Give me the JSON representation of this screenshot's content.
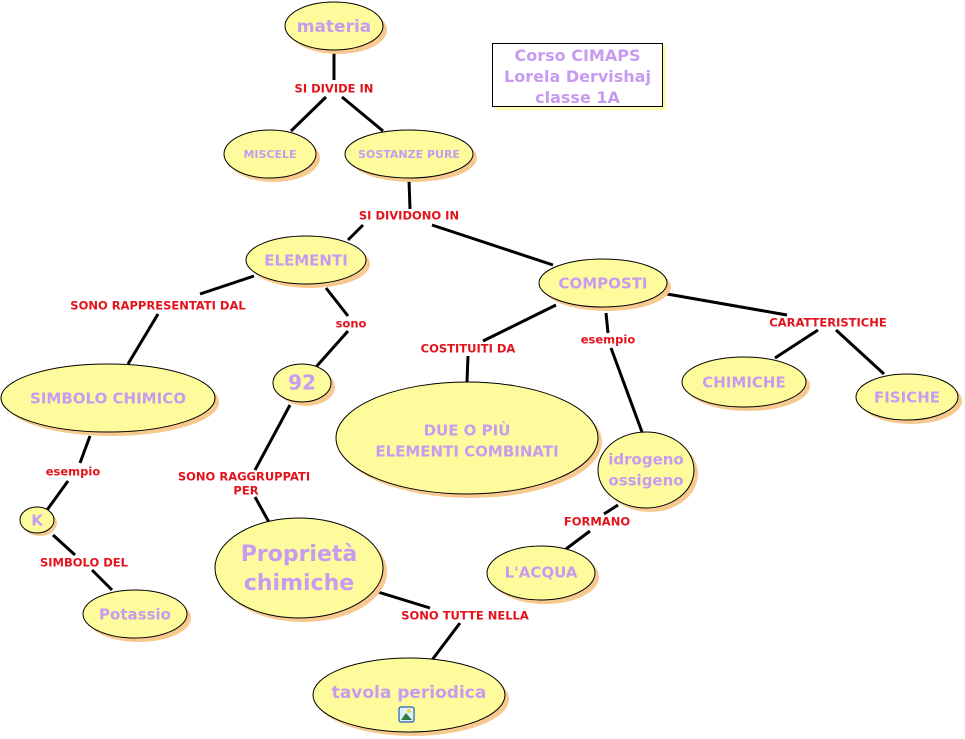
{
  "title_box": {
    "line1": "Corso CIMAPS",
    "line2": "Lorela Dervishaj",
    "line3": "classe 1A"
  },
  "nodes": {
    "materia": "materia",
    "miscele": "MISCELE",
    "sostanze_pure": "SOSTANZE PURE",
    "elementi": "ELEMENTI",
    "composti": "COMPOSTI",
    "simbolo_chimico": "SIMBOLO CHIMICO",
    "n92": "92",
    "due_o_piu_1": "DUE O PIÙ",
    "due_o_piu_2": "ELEMENTI COMBINATI",
    "idrogeno": "idrogeno",
    "ossigeno": "ossigeno",
    "chimiche": "CHIMICHE",
    "fisiche": "FISICHE",
    "k": "K",
    "potassio": "Potassio",
    "proprieta_1": "Proprietà",
    "proprieta_2": "chimiche",
    "acqua": "L'ACQUA",
    "tavola": "tavola periodica"
  },
  "links": {
    "si_divide_in": "SI DIVIDE IN",
    "si_dividono_in": "SI DIVIDONO IN",
    "sono_rappresentati_dal": "SONO RAPPRESENTATI DAL",
    "sono": "sono",
    "sono_raggruppati_1": "SONO RAGGRUPPATI",
    "sono_raggruppati_2": "PER",
    "esempio_1": "esempio",
    "simbolo_del": "SIMBOLO DEL",
    "sono_tutte_nella": "SONO TUTTE NELLA",
    "costituiti_da": "COSTITUITI DA",
    "esempio_2": "esempio",
    "caratteristiche": "CARATTERISTICHE",
    "formano": "FORMANO"
  },
  "colors": {
    "node_fill": "#fdfb9c",
    "node_text": "#c79cf0",
    "link_text": "#e3121b",
    "shadow": "#f7c98f"
  },
  "icons": {
    "attachment": "image-icon"
  }
}
